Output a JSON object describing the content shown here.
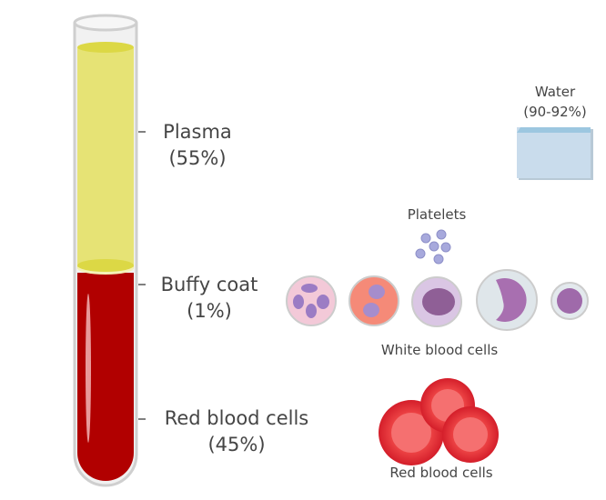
{
  "tube": {
    "layers": [
      {
        "name": "Plasma",
        "percent_label": "(55%)",
        "color": "#e6e375"
      },
      {
        "name": "Buffy coat",
        "percent_label": "(1%)",
        "color": "#f4f1b8"
      },
      {
        "name": "Red blood cells",
        "percent_label": "(45%)",
        "color": "#b10000"
      }
    ]
  },
  "components": {
    "water": {
      "label": "Water",
      "percent_label": "(90-92%)",
      "color": "#c9dcec"
    },
    "platelets": {
      "label": "Platelets"
    },
    "white_blood_cells": {
      "label": "White blood cells"
    },
    "red_blood_cells": {
      "label": "Red blood cells"
    }
  }
}
